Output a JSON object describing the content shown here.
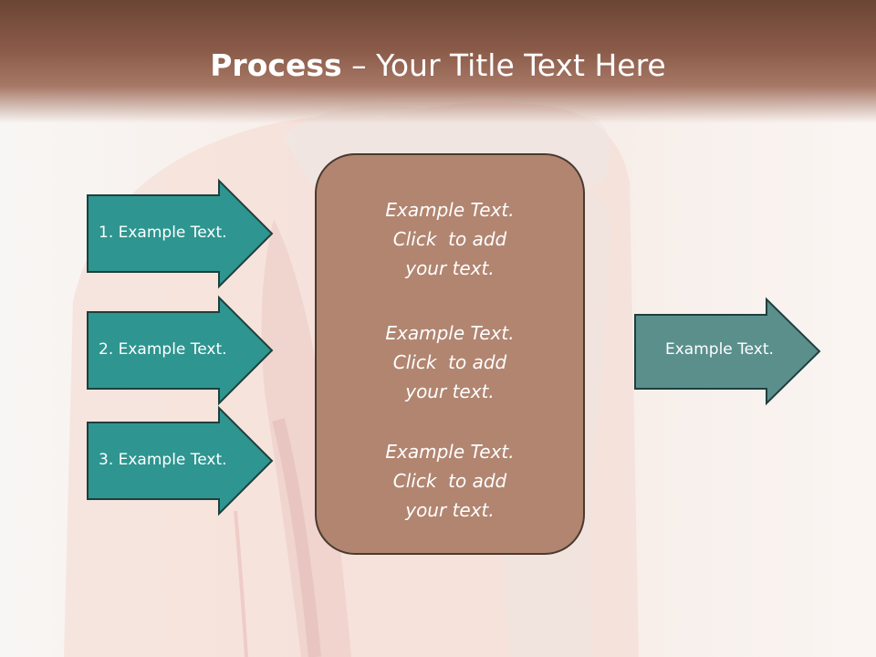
{
  "title": {
    "bold": "Process",
    "rest": " – Your Title Text Here"
  },
  "left_arrows": [
    {
      "label": "1. Example Text."
    },
    {
      "label": "2. Example Text."
    },
    {
      "label": "3. Example Text."
    }
  ],
  "center_box": {
    "blocks": [
      {
        "lines": [
          "Example Text.",
          "Click  to add",
          "your text."
        ]
      },
      {
        "lines": [
          "Example Text.",
          "Click  to add",
          "your text."
        ]
      },
      {
        "lines": [
          "Example Text.",
          "Click  to add",
          "your text."
        ]
      }
    ]
  },
  "right_arrow": {
    "label": "Example Text."
  },
  "colors": {
    "header": "#8a5a48",
    "left_arrow_fill": "#2e9590",
    "right_arrow_fill": "#5a8f8c",
    "arrow_stroke": "#1f3f3c",
    "center_fill": "#b18570"
  }
}
